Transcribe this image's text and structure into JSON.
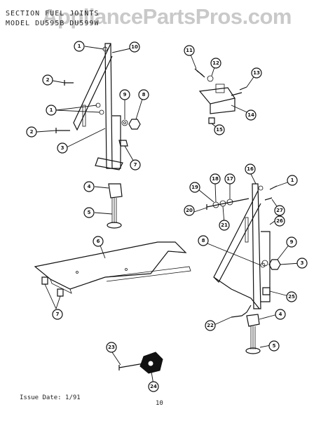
{
  "watermark": "AppliancePartsPros.com",
  "header": {
    "line1": "SECTION  FUEL  JOINTS",
    "line2": "MODEL   DU595B  DU599W"
  },
  "callouts": [
    "1",
    "2",
    "3",
    "4",
    "5",
    "6",
    "7",
    "8",
    "9",
    "10",
    "11",
    "12",
    "13",
    "14",
    "15",
    "16",
    "17",
    "18",
    "19",
    "20",
    "21",
    "22",
    "23",
    "24",
    "25",
    "26",
    "27"
  ],
  "footer": {
    "issue_date": "Issue Date: 1/91",
    "page_number": "10"
  }
}
